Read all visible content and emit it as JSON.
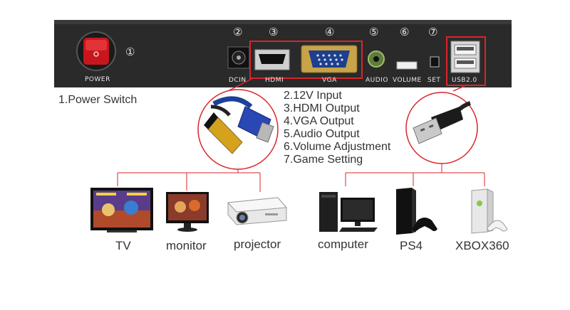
{
  "panel": {
    "power_label": "POWER",
    "power_num": "①",
    "ports": [
      {
        "num": "②",
        "label": "DCIN"
      },
      {
        "num": "③",
        "label": "HDMI"
      },
      {
        "num": "④",
        "label": "VGA"
      },
      {
        "num": "⑤",
        "label": "AUDIO"
      },
      {
        "num": "⑥",
        "label": "VOLUME"
      },
      {
        "num": "⑦",
        "label": "SET"
      },
      {
        "num": "",
        "label": "USB2.0"
      }
    ]
  },
  "legend": [
    "1.Power Switch",
    "2.12V Input",
    "3.HDMI Output",
    "4.VGA Output",
    "5.Audio Output",
    "6.Volume Adjustment",
    "7.Game Setting"
  ],
  "devices": [
    "TV",
    "monitor",
    "projector",
    "computer",
    "PS4",
    "XBOX360"
  ],
  "colors": {
    "accent": "#d9252a",
    "panel": "#2a2a2a",
    "text": "#333333"
  }
}
